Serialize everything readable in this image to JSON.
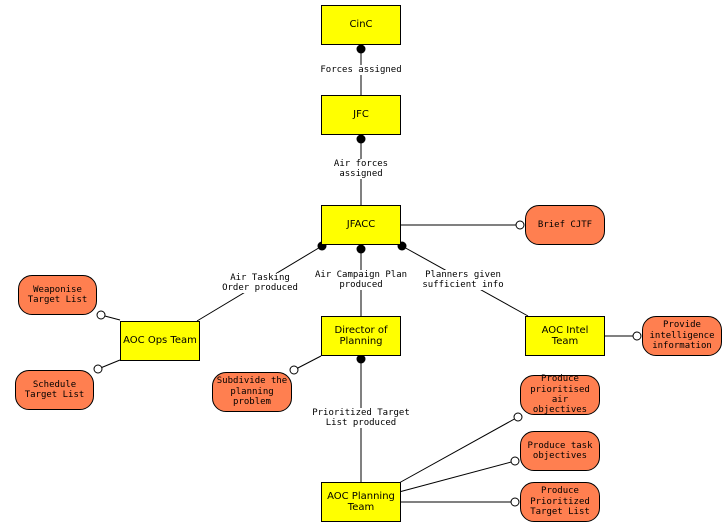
{
  "roles": {
    "cinc": "CinC",
    "jfc": "JFC",
    "jfacc": "JFACC",
    "director": "Director of Planning",
    "ops": "AOC Ops Team",
    "intel": "AOC Intel Team",
    "planning": "AOC Planning Team"
  },
  "goals": {
    "brief_cjtf": "Brief CJTF",
    "weaponise": "Weaponise Target List",
    "schedule": "Schedule Target List",
    "subdivide": "Subdivide the planning problem",
    "provide_intel": "Provide intelligence information",
    "prioritised_air": "Produce prioritised air objectives",
    "task_objectives": "Produce task objectives",
    "prioritized_target": "Produce Prioritized Target List"
  },
  "links": {
    "forces_assigned": "Forces assigned",
    "air_forces_assigned": "Air forces assigned",
    "air_tasking_order": "Air Tasking Order produced",
    "air_campaign_plan": "Air Campaign Plan produced",
    "planners_given": "Planners given sufficient info",
    "prioritized_list": "Prioritized Target List produced"
  },
  "colors": {
    "role_fill": "#ffff00",
    "goal_fill": "#ff7f50"
  }
}
